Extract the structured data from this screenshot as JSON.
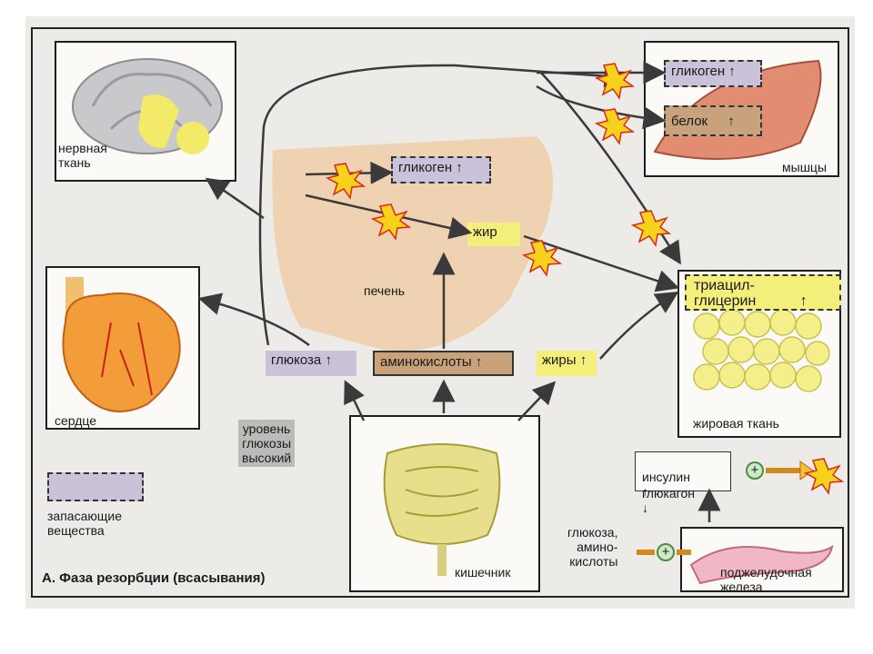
{
  "title": "А. Фаза резорбции (всасывания)",
  "organs": {
    "nervous": "нервная\nткань",
    "heart": "сердце",
    "muscle": "мышцы",
    "liver": "печень",
    "adipose": "жировая ткань",
    "intestine": "кишечник",
    "pancreas": "поджелудочная\nжелеза"
  },
  "substances": {
    "glycogen_liver": "гликоген",
    "glycogen_muscle": "гликоген",
    "protein": "белок",
    "fat": "жир",
    "triacylglycerol_1": "триацил-",
    "triacylglycerol_2": "глицерин",
    "glucose": "глюкоза",
    "amino_acids": "аминокислоты",
    "fats": "жиры"
  },
  "up_arrow": "↑",
  "down_arrow": "↓",
  "plus_sign": "+",
  "glucose_level": "уровень\nглюкозы\nвысокий",
  "storage_legend": "запасающие\nвещества",
  "hormones_1": "инсулин",
  "hormones_2": "глюкагон",
  "pancreas_input": "глюкоза,\nамино-\nкислоты",
  "colors": {
    "storage_box": "#c9c2d8",
    "yellow_tag": "#f4ef7a",
    "amino_tag": "#c9a27a",
    "liver": "#f0c9a0",
    "star": "#f7d21c",
    "star_edge": "#d9281c"
  }
}
